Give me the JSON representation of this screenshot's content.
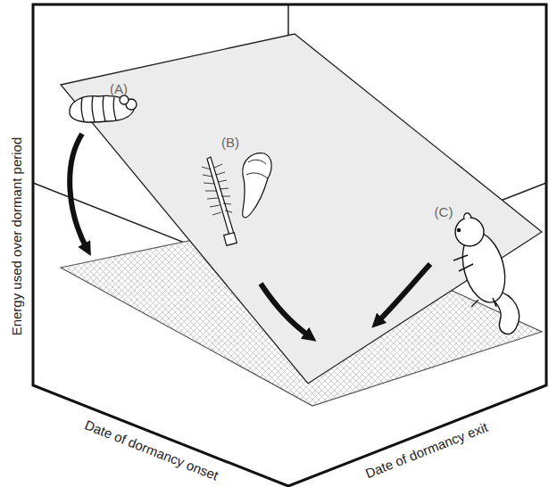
{
  "diagram": {
    "labels": [
      "(A)",
      "(B)",
      "(C)",
      "Energy used over dormant period",
      "Date of dormancy onset",
      "Date of dormancy exit"
    ]
  }
}
